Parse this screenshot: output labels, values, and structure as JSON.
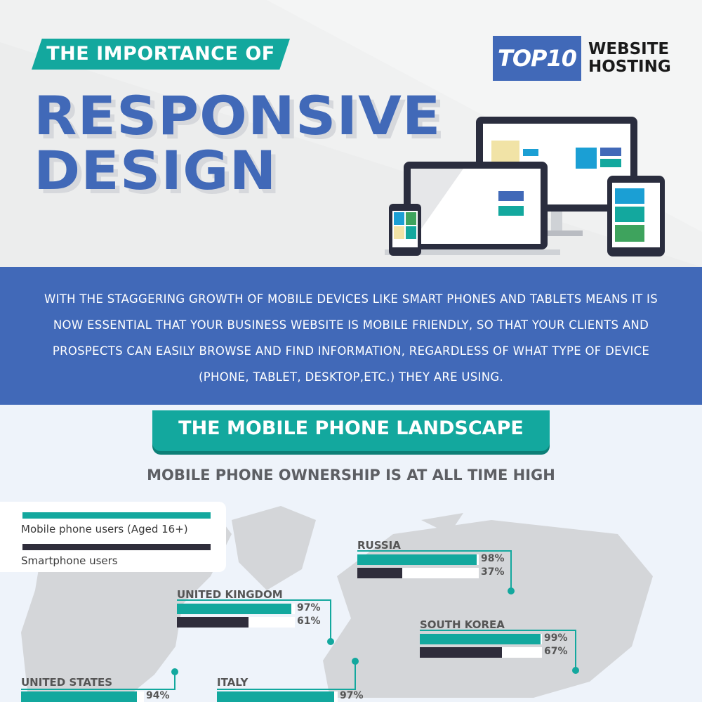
{
  "header": {
    "kicker": "THE IMPORTANCE OF",
    "title_line1": "RESPONSIVE",
    "title_line2": "DESIGN"
  },
  "logo": {
    "badge": "TOP10",
    "line1": "WEBSITE",
    "line2": "HOSTING"
  },
  "intro": "WITH THE STAGGERING GROWTH OF MOBILE DEVICES LIKE SMART PHONES AND TABLETS MEANS IT IS NOW ESSENTIAL THAT YOUR BUSINESS WEBSITE IS MOBILE FRIENDLY, SO THAT YOUR CLIENTS AND PROSPECTS CAN EASILY BROWSE AND FIND INFORMATION, REGARDLESS OF WHAT TYPE OF DEVICE (PHONE, TABLET, DESKTOP,ETC.) THEY ARE USING.",
  "section": {
    "title": "THE MOBILE PHONE LANDSCAPE",
    "subtitle": "MOBILE PHONE OWNERSHIP IS AT ALL TIME HIGH"
  },
  "legend": {
    "mobile": "Mobile phone users (Aged 16+)",
    "smart": "Smartphone users"
  },
  "colors": {
    "mobile": "#13a89e",
    "smart": "#2f2d3b",
    "brand": "#4169b8"
  },
  "countries": [
    {
      "name": "RUSSIA",
      "mobile": 98,
      "smart": 37,
      "mobile_label": "98%",
      "smart_label": "37%"
    },
    {
      "name": "UNITED KINGDOM",
      "mobile": 97,
      "smart": 61,
      "mobile_label": "97%",
      "smart_label": "61%"
    },
    {
      "name": "SOUTH KOREA",
      "mobile": 99,
      "smart": 67,
      "mobile_label": "99%",
      "smart_label": "67%"
    },
    {
      "name": "UNITED STATES",
      "mobile": 94,
      "mobile_label": "94%"
    },
    {
      "name": "ITALY",
      "mobile": 97,
      "mobile_label": "97%"
    }
  ]
}
